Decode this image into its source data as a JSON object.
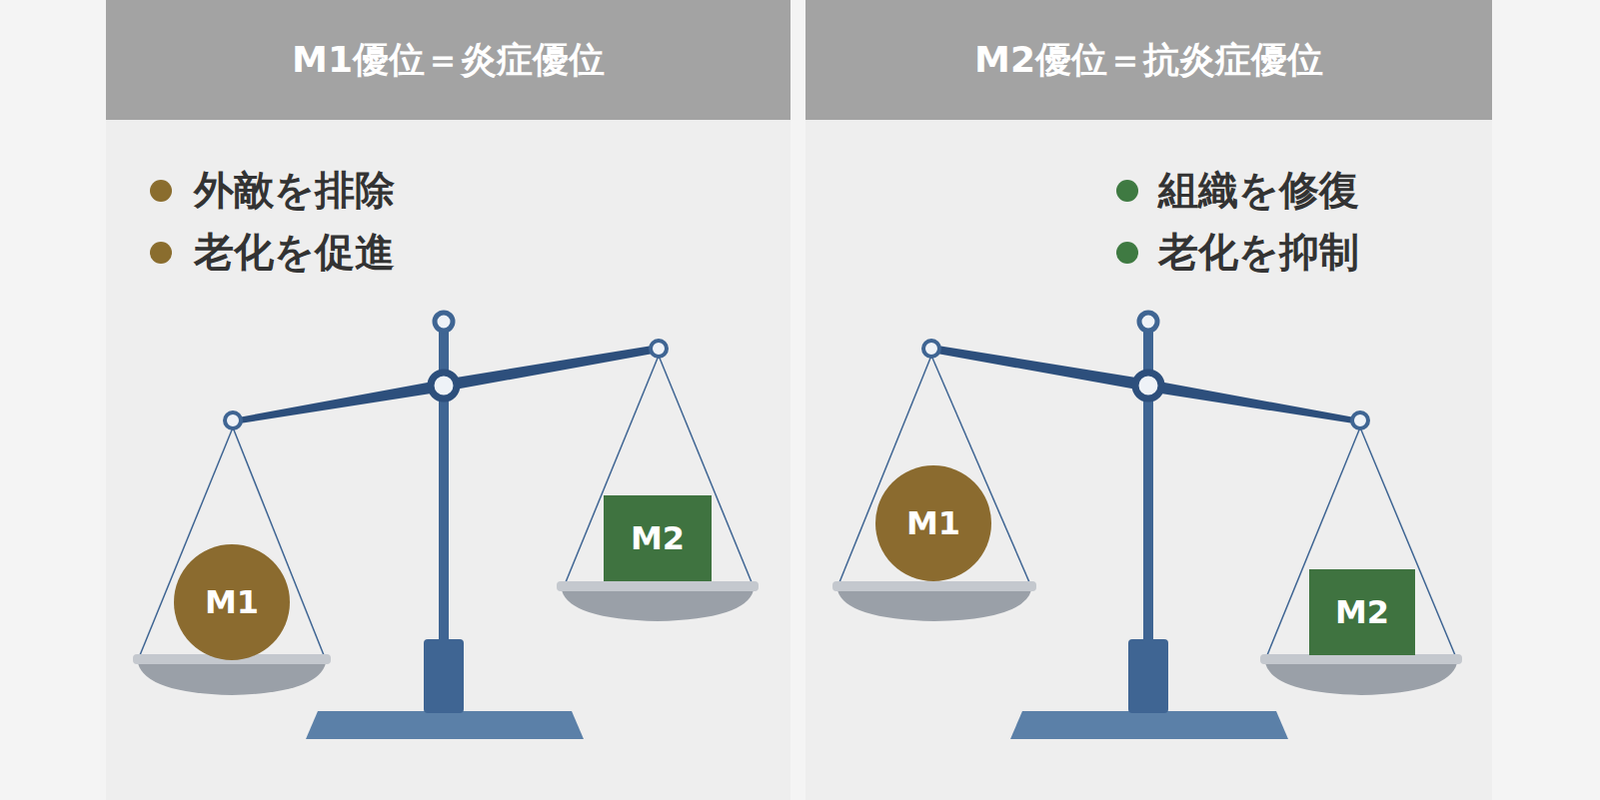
{
  "diagram": {
    "nodes": [
      {
        "text": [
          "M1優位＝炎症優位"
        ]
      },
      {
        "text": [
          "M1"
        ]
      },
      {
        "text": [
          "M2"
        ]
      },
      {
        "text": [
          "M2優位＝抗炎症優位"
        ]
      },
      {
        "text": [
          "M1"
        ]
      },
      {
        "text": [
          "M2"
        ]
      }
    ],
    "labels": [
      "外敵を排除",
      "老化を促進",
      "組織を修復",
      "老化を抑制"
    ]
  }
}
